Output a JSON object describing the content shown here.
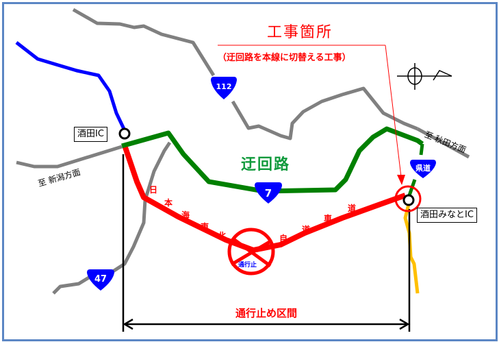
{
  "map": {
    "title": "工事箇所",
    "subtitle": "（迂回路を本線に切替える工事）",
    "detour_label": "迂回路",
    "closed_section_label": "通行止め区間",
    "closed_mark_label": "通行止",
    "interchanges": {
      "sakata_ic": "酒田IC",
      "sakata_minato_ic": "酒田みなとIC"
    },
    "directions": {
      "niigata": "至 新潟方面",
      "akita": "至 秋田方面"
    },
    "expressway_name_chars": [
      "日",
      "本",
      "海",
      "東",
      "北",
      "自",
      "道",
      "車",
      "道"
    ],
    "route_shields": {
      "r112": "112",
      "r7": "7",
      "r47": "47",
      "prefectural": "県道"
    },
    "colors": {
      "frame": "#5b86c4",
      "expressway": "#ff0000",
      "detour": "#008000",
      "other_roads": "#808080",
      "expressway_north": "#0000ff",
      "prefectural_road": "#ffc000",
      "shield": "#0000ff",
      "detour_text": "#109a3c"
    }
  }
}
